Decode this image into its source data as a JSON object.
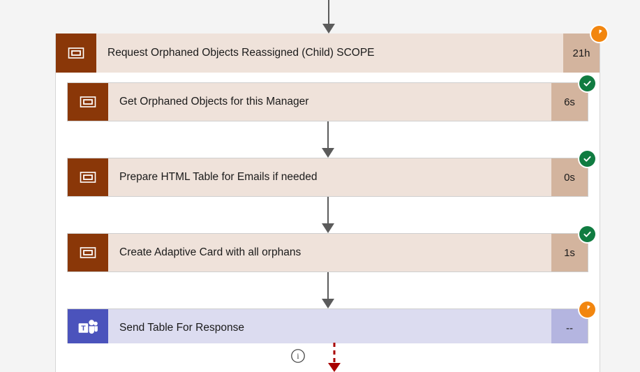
{
  "theme": {
    "page_background": "#f4f4f4",
    "card_background": "#efe2da",
    "card_icon_background": "#8a3708",
    "card_duration_background": "#d3b49e",
    "teams_card_background": "#dcdcf0",
    "teams_icon_background": "#4b53bc",
    "teams_duration_background": "#b4b5e0",
    "status_succeeded_color": "#107c41",
    "status_running_color": "#f2860f",
    "connector_color": "#5b5b5b",
    "failed_connector_color": "#a80000"
  },
  "flow": {
    "scope": {
      "title": "Request Orphaned Objects Reassigned (Child) SCOPE",
      "duration": "21h",
      "status": "running",
      "icon": "scope-icon"
    },
    "actions": [
      {
        "title": "Get Orphaned Objects for this Manager",
        "duration": "6s",
        "status": "succeeded",
        "icon": "scope-icon",
        "kind": "action"
      },
      {
        "title": "Prepare HTML Table for Emails if needed",
        "duration": "0s",
        "status": "succeeded",
        "icon": "scope-icon",
        "kind": "action"
      },
      {
        "title": "Create Adaptive Card with all orphans",
        "duration": "1s",
        "status": "succeeded",
        "icon": "scope-icon",
        "kind": "action"
      },
      {
        "title": "Send Table For Response",
        "duration": "--",
        "status": "running",
        "icon": "microsoft-teams-icon",
        "kind": "teams"
      }
    ],
    "footer": {
      "info_icon": "info-icon",
      "info_glyph": "i",
      "branch_connector": "failed-branch-dashed-arrow"
    }
  }
}
